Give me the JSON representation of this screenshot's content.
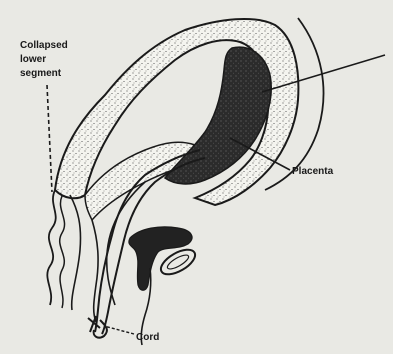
{
  "labels": {
    "collapsed_lower_segment": [
      "Collapsed",
      "lower",
      "segment"
    ],
    "placenta": "Placenta",
    "cord": "Cord"
  },
  "colors": {
    "background": "#e9e9e4",
    "ink": "#1a1a1a",
    "tissue_fill": "#f4f4ef",
    "stipple": "#2a2a2a",
    "placenta_fill": "#2b2b2b"
  }
}
